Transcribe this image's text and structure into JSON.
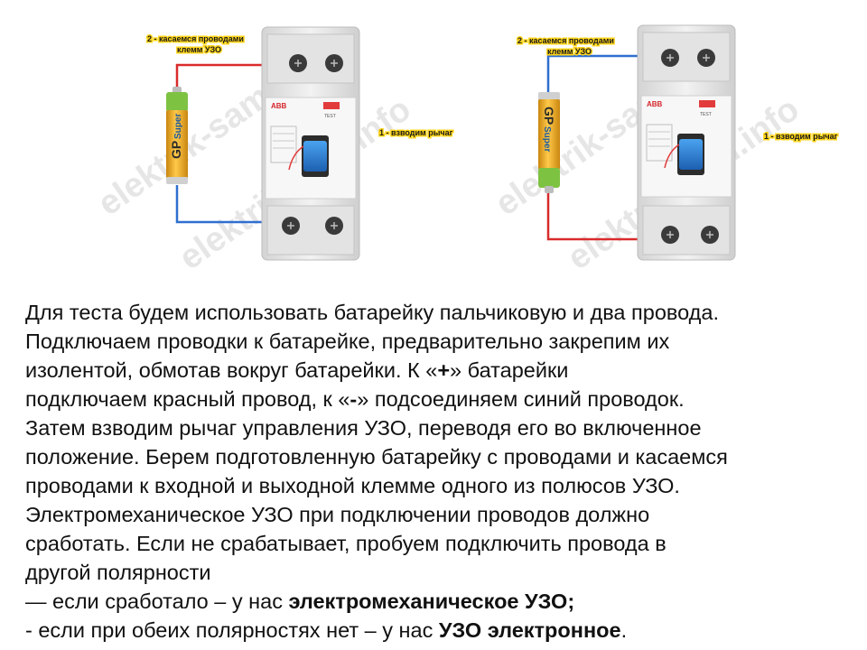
{
  "illustration": {
    "left": {
      "callout_top_line1": "2 - касаемся проводами",
      "callout_top_line2": "клемм УЗО",
      "callout_right": "1 - взводим рычаг",
      "battery_brand": "GP",
      "battery_model": "Super",
      "device_brand": "ABB",
      "test_button": "TEST"
    },
    "right": {
      "callout_top_line1": "2 - касаемся проводами",
      "callout_top_line2": "клемм УЗО",
      "callout_right": "1 - взводим рычаг",
      "battery_brand": "GP",
      "battery_model": "Super",
      "device_brand": "ABB",
      "test_button": "TEST"
    },
    "watermark": "elektrik-sam.info",
    "colors": {
      "wire_positive": "#d92b2b",
      "wire_negative": "#2f6fcf",
      "lever": "#2a7fd4",
      "device_body": "#e9e9e9",
      "battery_green": "#7ec242",
      "battery_gold": "#f3a51c",
      "callout_highlight": "#ffd51a"
    }
  },
  "article": {
    "line1": "Для теста будем использовать батарейку пальчиковую и два провода.",
    "line2": "Подключаем  проводки к батарейке, предварительно закрепим их",
    "line3_pre": "изолентой, обмотав вокруг батарейки. К «",
    "line3_bold": "+",
    "line3_post": "» батарейки",
    "line4_pre": "подключаем красный провод, к «",
    "line4_bold": "-",
    "line4_post": "» подсоединяем синий проводок.",
    "line5": "Затем взводим рычаг управления УЗО, переводя его во включенное",
    "line6": "положение. Берем подготовленную батарейку с проводами и касаемся",
    "line7": "проводами к входной и выходной клемме одного из полюсов УЗО.",
    "line8": "Электромеханическое УЗО при подключении проводов должно",
    "line9": "сработать. Если не срабатывает, пробуем подключить провода в",
    "line10": "другой полярности",
    "line11_pre": "— если сработало – у нас ",
    "line11_bold": "электромеханическое УЗО;",
    "line12_pre": "- если при обеих полярностях нет – у нас ",
    "line12_bold": "УЗО электронное",
    "line12_post": "."
  }
}
